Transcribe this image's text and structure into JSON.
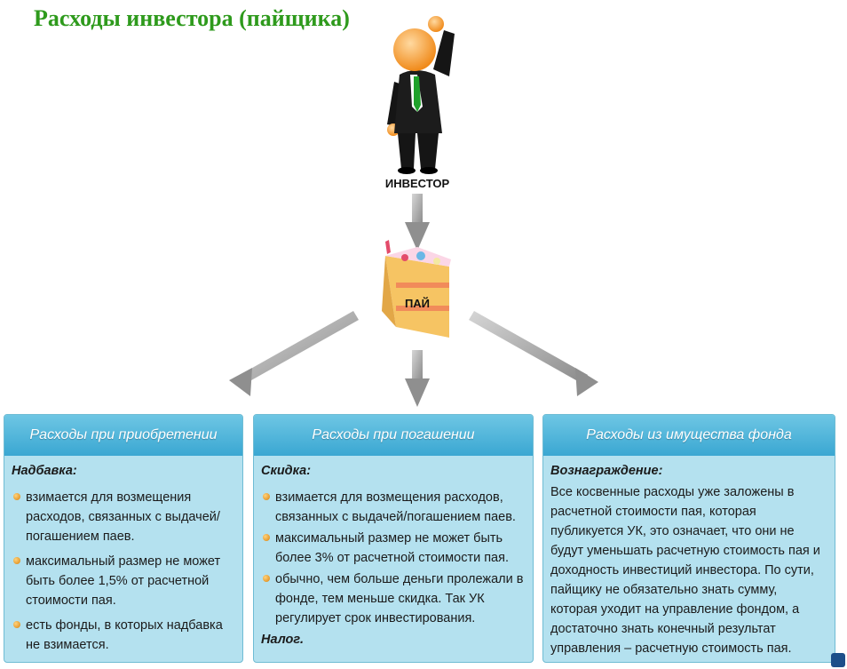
{
  "title": "Расходы инвестора (пайщика)",
  "investor_label": "ИНВЕСТОР",
  "pai_label": "ПАЙ",
  "boxes": [
    {
      "header": "Расходы при приобретении",
      "subtitle": "Надбавка:",
      "items": [
        "взимается для возмещения расходов, связанных с выдачей/погашением паев.",
        "максимальный размер не может быть более 1,5%  от расчетной стоимости пая.",
        "есть фонды, в которых надбавка не взимается."
      ]
    },
    {
      "header": "Расходы при погашении",
      "subtitle": "Скидка:",
      "items": [
        "взимается для возмещения расходов, связанных с выдачей/погашением паев.",
        "максимальный размер не может быть более 3%  от расчетной стоимости пая.",
        "обычно, чем больше деньги пролежали в фонде, тем меньше скидка. Так УК регулирует срок инвестирования."
      ],
      "subtitle2": "Налог."
    },
    {
      "header": "Расходы из имущества фонда",
      "subtitle": "Вознаграждение:",
      "text": "Все косвенные расходы уже заложены в расчетной стоимости пая, которая публикуется УК, это означает, что они не будут уменьшать расчетную стоимость пая и доходность инвестиций инвестора. По сути, пайщику не обязательно знать сумму, которая уходит на управление фондом, а достаточно знать конечный результат управления – расчетную стоимость пая."
    }
  ],
  "colors": {
    "title": "#2e9a1c",
    "box_bg": "#b4e1ef",
    "box_header": "#3aa7d2",
    "arrow": "#9a9a9a"
  }
}
